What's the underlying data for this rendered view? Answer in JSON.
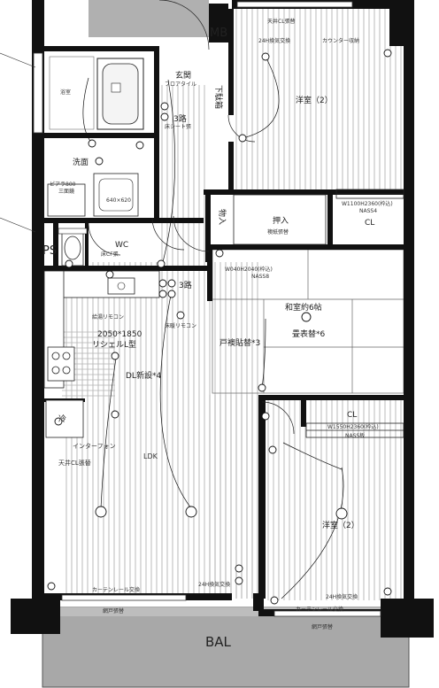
{
  "rooms": {
    "entrance": "玄関",
    "entrance_floor": "フロアタイル",
    "shoe_box": "下駄箱",
    "bathroom": "浴室",
    "washroom": "洗面",
    "wc": "WC",
    "ps": "PS",
    "mb": "MB",
    "western_top": "洋室（2）",
    "western_bottom": "洋室（2）",
    "closet": "CL",
    "closet_bottom": "CL",
    "oshiire": "押入",
    "storage": "物入",
    "washitsu": "和室約6帖",
    "ldk": "LDK",
    "balcony": "BAL"
  },
  "notes": {
    "ceiling_cloth_top": "天井CL張替",
    "ventilation_top": "24H換気交換",
    "curtain_rail_top": "カウンター収納",
    "closet_spec_top": "W1100H2360(枠込)",
    "closet_nass_top": "NASS4",
    "oshiire_spec": "W040H2040(枠込)",
    "oshiire_nass": "NASS8",
    "fusuma": "襖紙張替",
    "tatami": "畳表替*6",
    "door_repl": "戸襖貼替*3",
    "floor_sheet": "床シート張",
    "washing_machine": "三面鏡",
    "wc_spec": "ピアラ800",
    "wc_floor": "床CF張",
    "kitchen_size": "2050*1850",
    "kitchen_type": "リシェルL型",
    "kitchen_remote": "給湯リモコン",
    "floor_remote": "床暖リモコン",
    "dl_new": "DL新設*4",
    "intercom": "インターフォン",
    "ceiling_cloth_ldk": "天井CL張替",
    "curtain_ldk": "カーテンレール交換",
    "screen_door_ldk": "網戸張替",
    "ventilation_ldk": "24H換気交換",
    "closet_spec_bottom": "W1550H2360(枠込)",
    "closet_nass_bottom": "NASS板",
    "ventilation_bottom": "24H換気交換",
    "curtain_bottom": "カーテンレール交換",
    "screen_door_bottom": "網戸張替",
    "circuit_3": "3路",
    "circuit_3b": "3路",
    "fridge": "冷",
    "sink_size": "640×620"
  }
}
